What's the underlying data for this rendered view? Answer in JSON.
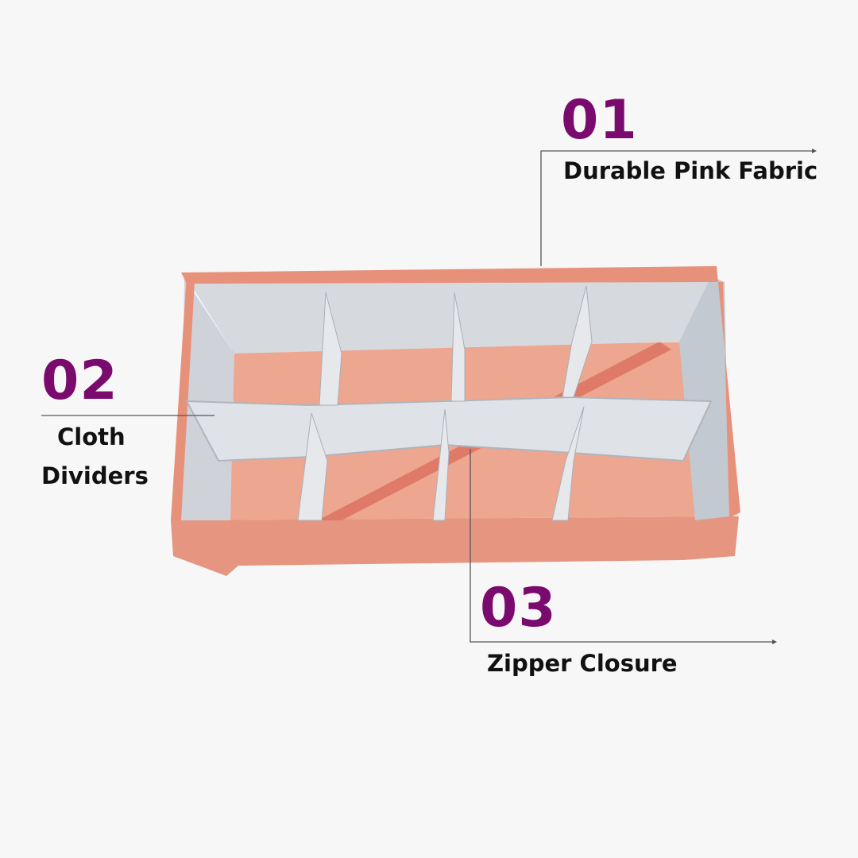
{
  "features": [
    {
      "number": "01",
      "label": "Durable Pink Fabric"
    },
    {
      "number": "02",
      "label_line1": "Cloth",
      "label_line2": "Dividers"
    },
    {
      "number": "03",
      "label": "Zipper Closure"
    }
  ],
  "colors": {
    "accent": "#7a0a6e",
    "fabric": "#e99a85",
    "lining": "#d9dde3",
    "background": "#f7f7f7"
  }
}
